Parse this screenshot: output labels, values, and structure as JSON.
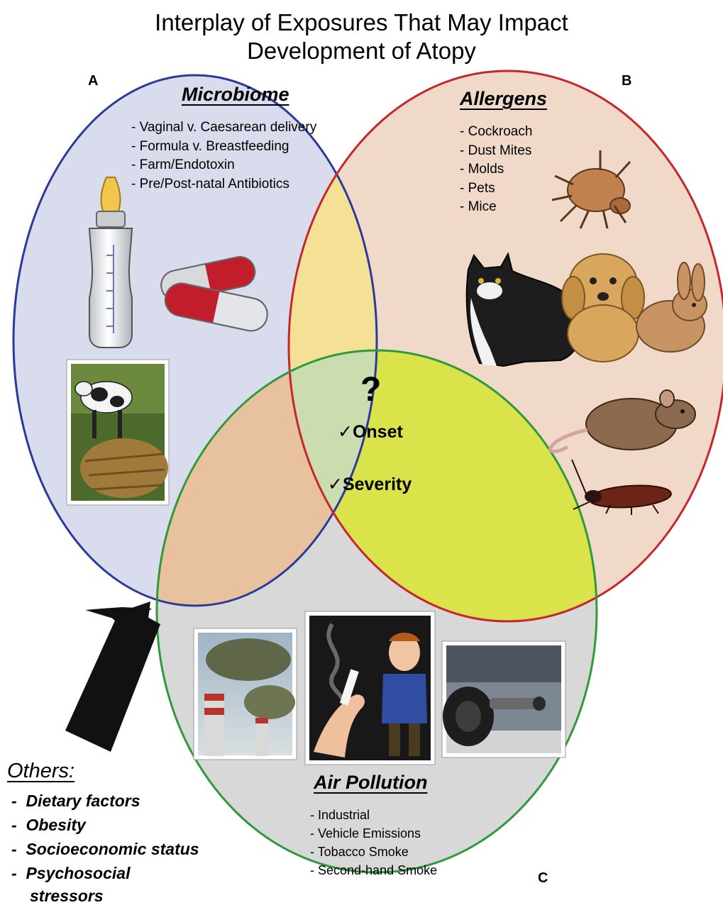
{
  "title": {
    "line1": "Interplay of Exposures That May Impact",
    "line2": "Development of Atopy"
  },
  "sets": {
    "a": {
      "letter": "A",
      "heading": "Microbiome",
      "color": "#2b3a9a",
      "fill": "#d9dcec",
      "items": [
        "- Vaginal v. Caesarean delivery",
        "- Formula v. Breastfeeding",
        "- Farm/Endotoxin",
        "- Pre/Post-natal Antibiotics"
      ]
    },
    "b": {
      "letter": "B",
      "heading": "Allergens",
      "color": "#c4272e",
      "fill": "#f0d9c8",
      "items": [
        "- Cockroach",
        "- Dust Mites",
        "- Molds",
        "- Pets",
        "- Mice"
      ]
    },
    "c": {
      "letter": "C",
      "heading": "Air Pollution",
      "color": "#2f9a3a",
      "fill": "#d8d8d8",
      "items": [
        "- Industrial",
        "- Vehicle Emissions",
        "- Tobacco Smoke",
        "- Second-hand Smoke"
      ]
    }
  },
  "overlaps": {
    "ab_fill": "#f4e196",
    "ac_fill": "#e8c29f",
    "bc_fill": "#dbe34a",
    "abc_fill": "#cbdcaf"
  },
  "center": {
    "question": "?",
    "onset": "✓Onset",
    "severity": "✓Severity"
  },
  "others": {
    "heading": "Others:",
    "items": [
      "Dietary factors",
      "Obesity",
      "Socioeconomic status",
      "Psychosocial"
    ],
    "item_continuation": "stressors",
    "bullet": "-"
  },
  "illustrations": [
    "baby-bottle",
    "antibiotic-capsules",
    "cow-with-hay",
    "dust-mite",
    "cat",
    "puppy",
    "rabbit",
    "mouse",
    "cockroach",
    "factory-smokestacks",
    "child-with-cigarette",
    "car-exhaust"
  ]
}
